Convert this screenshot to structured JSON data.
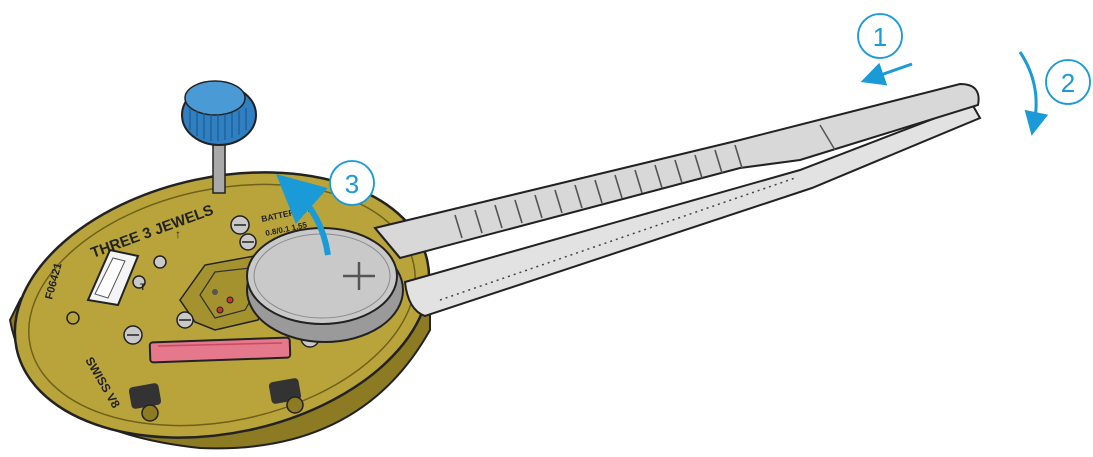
{
  "steps": [
    {
      "number": "1"
    },
    {
      "number": "2"
    },
    {
      "number": "3"
    }
  ],
  "movement": {
    "plate_text_jewels": "THREE 3 JEWELS",
    "plate_text_code": "F06421",
    "plate_text_origin": "SWISS V8",
    "plate_text_mark": "↑",
    "plate_text_t": "T",
    "battery_text_1": "BATTERY 37",
    "battery_text_2": "0.8/0.1 1.55"
  },
  "colors": {
    "accent": "#1a9ad6",
    "plate": "#b9a43c",
    "plate_dark": "#8c7b22",
    "crown": "#2f7fc1",
    "battery": "#c9c9c9",
    "tweezers": "#d8d8d8",
    "ruby": "#e5788a"
  },
  "icons": [
    "arrow-left-icon",
    "arrow-rotate-down-icon",
    "arrow-lift-up-icon",
    "plus-icon"
  ]
}
